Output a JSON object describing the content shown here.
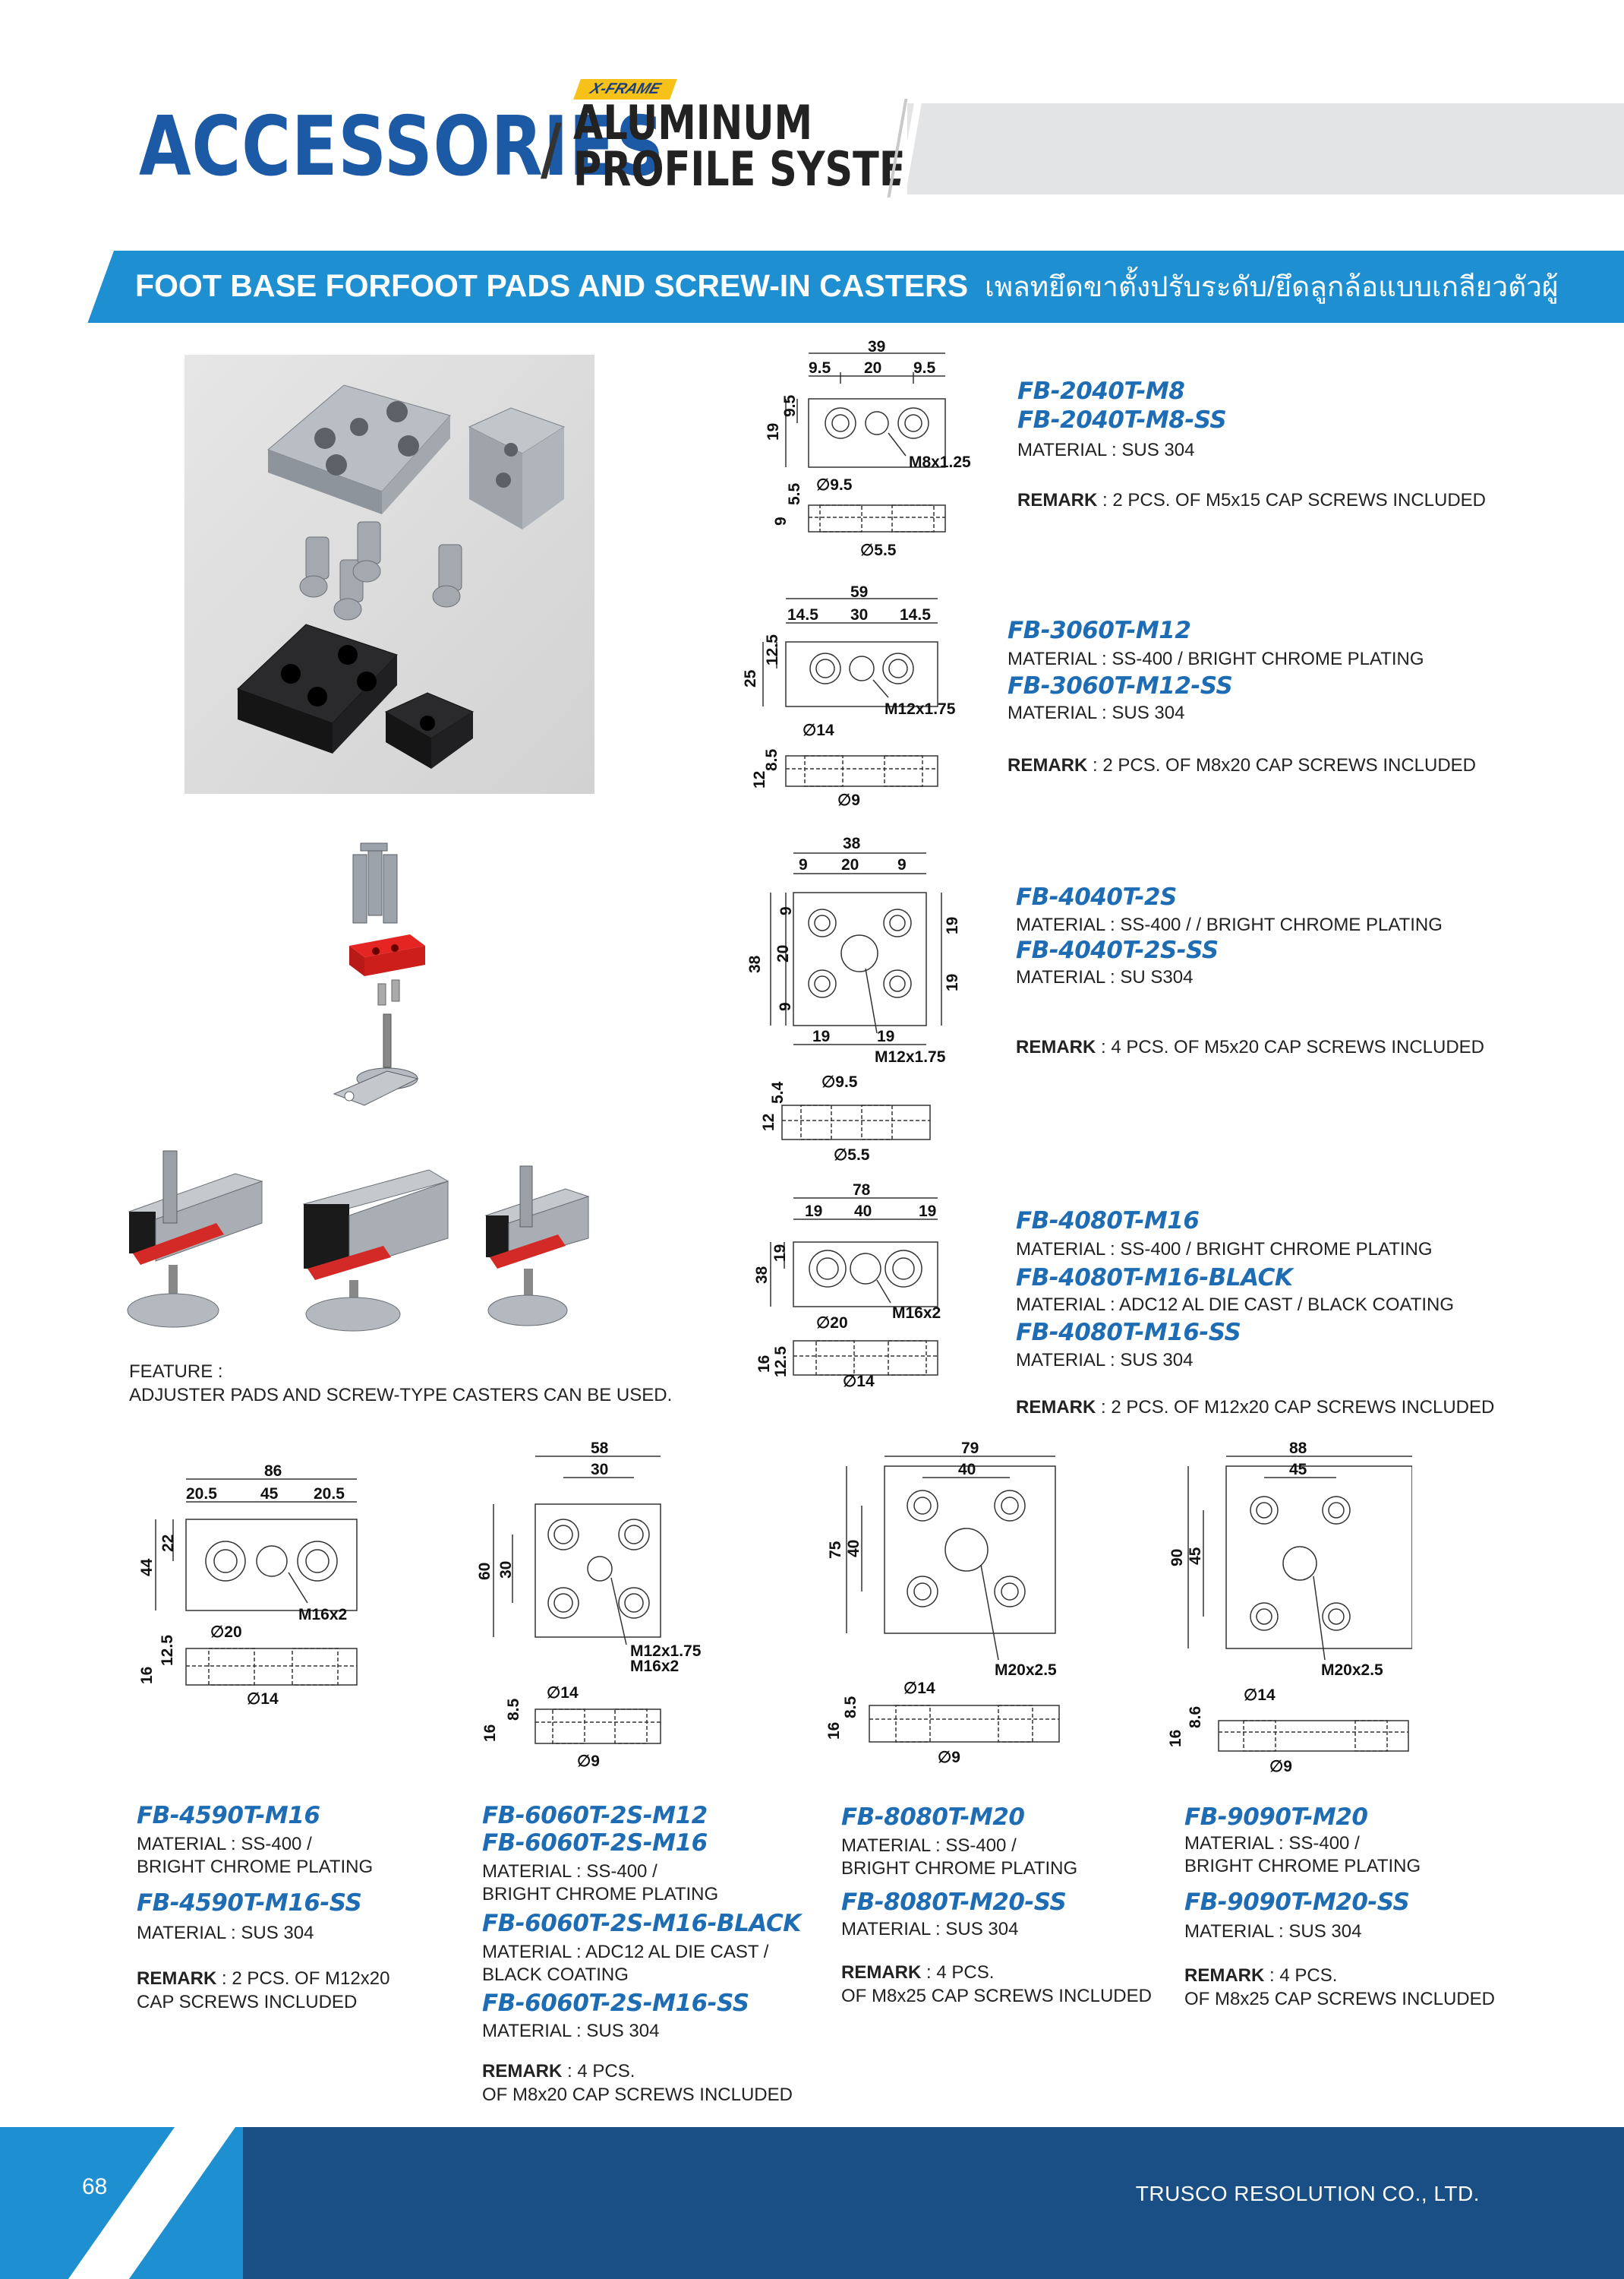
{
  "header": {
    "title": "ACCESSORIES",
    "badge": "X-FRAME",
    "subtitle_line1": "ALUMINUM",
    "subtitle_line2": "PROFILE SYSTEM"
  },
  "banner": {
    "title": "FOOT BASE FORFOOT PADS AND SCREW-IN CASTERS",
    "thai": "เพลทยึดขาตั้งปรับระดับ/ยึดลูกล้อแบบเกลียวตัวผู้"
  },
  "feature": {
    "label": "FEATURE :",
    "text": "ADJUSTER PADS AND SCREW-TYPE CASTERS CAN BE USED."
  },
  "products": {
    "p2040": {
      "code1": "FB-2040T-M8",
      "code2": "FB-2040T-M8-SS",
      "mat2": "MATERIAL : SUS 304",
      "remark_label": "REMARK",
      "remark": " : 2 PCS. OF M5x15 CAP SCREWS INCLUDED",
      "dims": {
        "w": "39",
        "a": "9.5",
        "b": "20",
        "c": "9.5",
        "h": "19",
        "h2": "9.5",
        "thread": "M8x1.25",
        "sh": "9",
        "sh2": "5.5",
        "d1": "∅9.5",
        "d2": "∅5.5"
      }
    },
    "p3060": {
      "code1": "FB-3060T-M12",
      "mat1": "MATERIAL : SS-400 / BRIGHT CHROME PLATING",
      "code2": "FB-3060T-M12-SS",
      "mat2": "MATERIAL : SUS 304",
      "remark_label": "REMARK",
      "remark": " : 2 PCS. OF M8x20 CAP SCREWS INCLUDED",
      "dims": {
        "w": "59",
        "a": "14.5",
        "b": "30",
        "c": "14.5",
        "h": "25",
        "h2": "12.5",
        "thread": "M12x1.75",
        "sh": "12",
        "sh2": "8.5",
        "d1": "∅14",
        "d2": "∅9"
      }
    },
    "p4040": {
      "code1": "FB-4040T-2S",
      "mat1": "MATERIAL : SS-400 / / BRIGHT CHROME PLATING",
      "code2": "FB-4040T-2S-SS",
      "mat2": "MATERIAL : SU S304",
      "remark_label": "REMARK",
      "remark": " : 4 PCS. OF M5x20 CAP SCREWS INCLUDED",
      "dims": {
        "w": "38",
        "a": "9",
        "b": "20",
        "c": "9",
        "h": "38",
        "l1": "9",
        "l2": "20",
        "l3": "9",
        "r1": "19",
        "r2": "19",
        "bt1": "19",
        "bt2": "19",
        "thread": "M12x1.75",
        "sh": "12",
        "sh2": "5.4",
        "d1": "∅9.5",
        "d2": "∅5.5"
      }
    },
    "p4080": {
      "code1": "FB-4080T-M16",
      "mat1": "MATERIAL : SS-400 / BRIGHT CHROME PLATING",
      "code2": "FB-4080T-M16-BLACK",
      "mat2": "MATERIAL : ADC12 AL DIE CAST / BLACK COATING",
      "code3": "FB-4080T-M16-SS",
      "mat3": "MATERIAL : SUS 304",
      "remark_label": "REMARK",
      "remark": " : 2 PCS. OF M12x20 CAP SCREWS INCLUDED",
      "dims": {
        "w": "78",
        "a": "19",
        "b": "40",
        "c": "19",
        "h": "38",
        "h2": "19",
        "thread": "M16x2",
        "sh": "16",
        "sh2": "12.5",
        "d1": "∅20",
        "d2": "∅14"
      }
    },
    "p4590": {
      "code1": "FB-4590T-M16",
      "mat1a": "MATERIAL : SS-400 /",
      "mat1b": "BRIGHT CHROME PLATING",
      "code2": "FB-4590T-M16-SS",
      "mat2": "MATERIAL : SUS 304",
      "remark_label": "REMARK",
      "remark_a": " : 2 PCS. OF M12x20",
      "remark_b": "CAP SCREWS INCLUDED",
      "dims": {
        "w": "86",
        "a": "20.5",
        "b": "45",
        "c": "20.5",
        "h": "44",
        "h2": "22",
        "thread": "M16x2",
        "sh": "16",
        "sh2": "12.5",
        "d1": "∅20",
        "d2": "∅14"
      }
    },
    "p6060": {
      "code1": "FB-6060T-2S-M12",
      "code2": "FB-6060T-2S-M16",
      "mat1a": "MATERIAL : SS-400 /",
      "mat1b": "BRIGHT CHROME PLATING",
      "code3": "FB-6060T-2S-M16-BLACK",
      "mat3a": "MATERIAL : ADC12 AL DIE CAST /",
      "mat3b": "BLACK COATING",
      "code4": "FB-6060T-2S-M16-SS",
      "mat4": "MATERIAL : SUS 304",
      "remark_label": "REMARK",
      "remark_a": " : 4 PCS.",
      "remark_b": "OF M8x20 CAP SCREWS INCLUDED",
      "dims": {
        "w": "58",
        "b": "30",
        "h": "60",
        "h2": "30",
        "thread1": "M12x1.75",
        "thread2": "M16x2",
        "sh": "16",
        "sh2": "8.5",
        "d1": "∅14",
        "d2": "∅9"
      }
    },
    "p8080": {
      "code1": "FB-8080T-M20",
      "mat1a": "MATERIAL : SS-400 /",
      "mat1b": "BRIGHT CHROME PLATING",
      "code2": "FB-8080T-M20-SS",
      "mat2": "MATERIAL : SUS 304",
      "remark_label": "REMARK",
      "remark_a": " : 4 PCS.",
      "remark_b": "OF M8x25 CAP SCREWS INCLUDED",
      "dims": {
        "w": "79",
        "b": "40",
        "h": "75",
        "h2": "40",
        "thread": "M20x2.5",
        "sh": "16",
        "sh2": "8.5",
        "d1": "∅14",
        "d2": "∅9"
      }
    },
    "p9090": {
      "code1": "FB-9090T-M20",
      "mat1a": "MATERIAL : SS-400 /",
      "mat1b": "BRIGHT CHROME PLATING",
      "code2": "FB-9090T-M20-SS",
      "mat2": "MATERIAL : SUS 304",
      "remark_label": "REMARK",
      "remark_a": " : 4 PCS.",
      "remark_b": "OF M8x25 CAP SCREWS INCLUDED",
      "dims": {
        "w": "88",
        "b": "45",
        "h": "90",
        "h2": "45",
        "thread": "M20x2.5",
        "sh": "16",
        "sh2": "8.6",
        "d1": "∅14",
        "d2": "∅9"
      }
    }
  },
  "footer": {
    "page": "68",
    "company": "TRUSCO RESOLUTION CO., LTD."
  }
}
